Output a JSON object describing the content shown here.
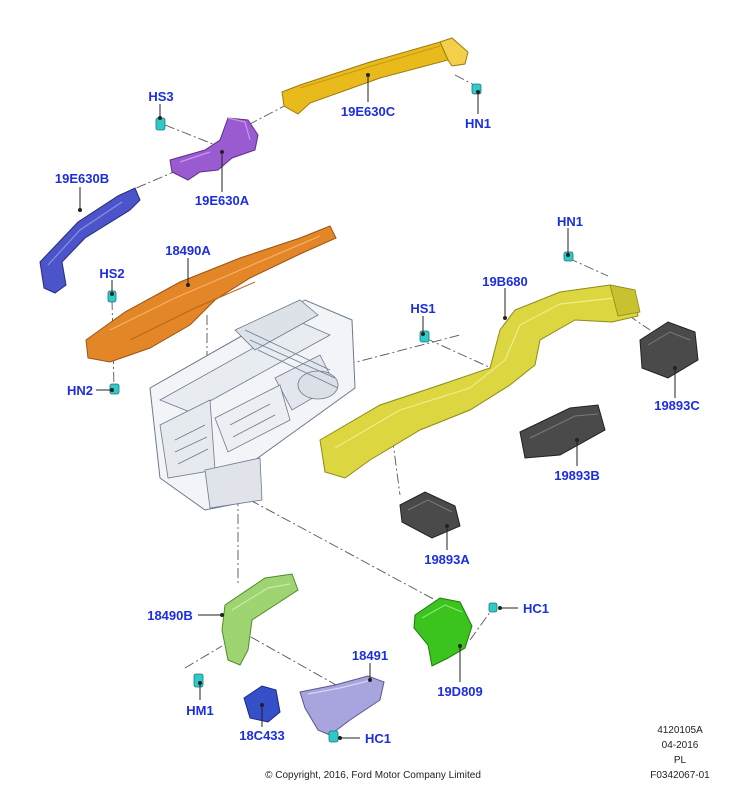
{
  "labels": {
    "hs3": "HS3",
    "p19e630c": "19E630C",
    "hn1_top": "HN1",
    "p19e630b": "19E630B",
    "p19e630a": "19E630A",
    "p18490a": "18490A",
    "hs2": "HS2",
    "hn2": "HN2",
    "hn1_right": "HN1",
    "p19b680": "19B680",
    "hs1": "HS1",
    "p19893c": "19893C",
    "p19893b": "19893B",
    "p19893a": "19893A",
    "p18490b": "18490B",
    "hc1_right": "HC1",
    "p19d809": "19D809",
    "p18491": "18491",
    "hm1": "HM1",
    "p18c433": "18C433",
    "hc1_bottom": "HC1"
  },
  "footer": {
    "code": "4120105A",
    "date": "04-2016",
    "region": "PL",
    "figure": "F0342067-01",
    "copyright": "© Copyright, 2016, Ford Motor Company Limited"
  },
  "colors": {
    "label_blue": "#1b2ee0",
    "yellow_duct": "#e8ba1c",
    "purple_duct": "#9a5bd0",
    "blue_duct": "#4b54c8",
    "orange_duct": "#e38628",
    "yellowgreen_duct": "#dcd640",
    "green_duct": "#3cc41e",
    "lightgreen_duct": "#9ed472",
    "lavender_duct": "#a8a4de",
    "darkblue_part": "#3550c8",
    "vent_gray": "#4a4a4a",
    "fastener_cyan": "#33c8c8"
  }
}
